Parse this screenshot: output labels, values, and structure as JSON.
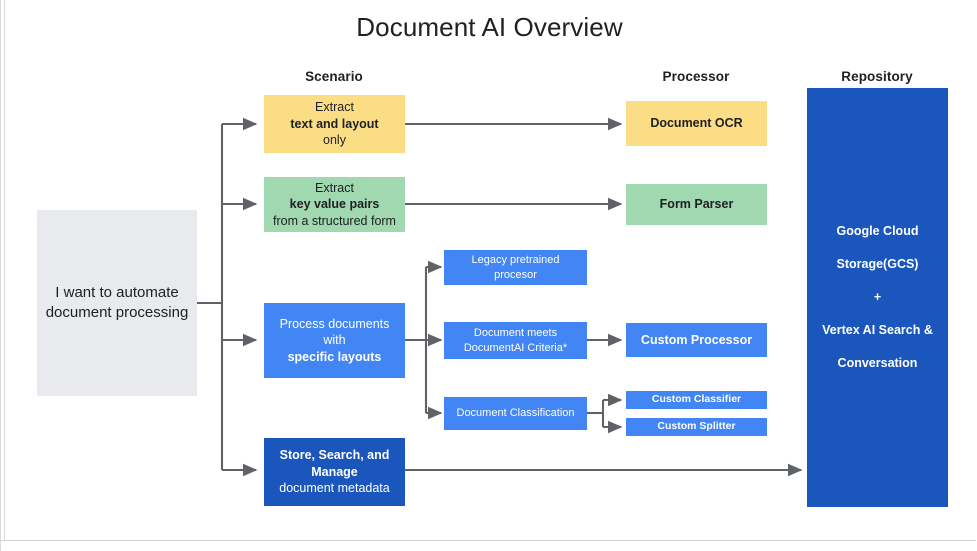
{
  "title": "Document AI Overview",
  "columns": [
    {
      "id": "scenario",
      "label": "Scenario"
    },
    {
      "id": "processor",
      "label": "Processor"
    },
    {
      "id": "repository",
      "label": "Repository"
    }
  ],
  "input": {
    "label": "I want to automate document processing",
    "color": "#e8eaed"
  },
  "scenarios": [
    {
      "id": "text-layout",
      "text_plain_1": "Extract ",
      "text_bold": "text and layout",
      "text_plain_2": " only",
      "label": "Extract text and layout only",
      "color": "#fbdd85"
    },
    {
      "id": "key-value-pairs",
      "text_plain_1": "Extract ",
      "text_bold": "key value pairs",
      "text_plain_2": " from a structured form",
      "label": "Extract key value pairs from a structured form",
      "color": "#a0d8af"
    },
    {
      "id": "specific-layouts",
      "text_plain_1": "Process documents with ",
      "text_bold": "specific layouts",
      "text_plain_2": "",
      "label": "Process documents with specific layouts",
      "color": "#4285f4"
    },
    {
      "id": "store-search-manage",
      "text_bold_1": "Store, Search, and Manage",
      "text_plain_2": " document metadata",
      "label": "Store, Search, and Manage document metadata",
      "color": "#1a56bc"
    }
  ],
  "branches": [
    {
      "id": "legacy-pretrained",
      "label": "Legacy pretrained procesor",
      "color": "#4285f4"
    },
    {
      "id": "meets-criteria",
      "label": "Document meets DocumentAI Criteria*",
      "color": "#4285f4"
    },
    {
      "id": "document-classification",
      "label": "Document Classification",
      "color": "#4285f4"
    }
  ],
  "processors": [
    {
      "id": "document-ocr",
      "label": "Document OCR",
      "color": "#fbdd85"
    },
    {
      "id": "form-parser",
      "label": "Form Parser",
      "color": "#a0d8af"
    },
    {
      "id": "custom-processor",
      "label": "Custom Processor",
      "color": "#4285f4"
    },
    {
      "id": "custom-classifier",
      "label": "Custom Classifier",
      "color": "#4285f4"
    },
    {
      "id": "custom-splitter",
      "label": "Custom Splitter",
      "color": "#4285f4"
    }
  ],
  "repository": {
    "line1": "Google Cloud",
    "line2": "Storage(GCS)",
    "line3": "+",
    "line4": "Vertex AI Search &",
    "line5": "Conversation",
    "label": "Google Cloud Storage(GCS) + Vertex AI Search & Conversation",
    "color": "#1a56bc"
  },
  "palette": {
    "arrow": "#5f6368",
    "yellow": "#fbdd85",
    "green": "#a0d8af",
    "blue": "#4285f4",
    "dark_blue": "#1a56bc",
    "grey": "#e8eaed",
    "text_dark": "#202124",
    "background": "#ffffff"
  }
}
